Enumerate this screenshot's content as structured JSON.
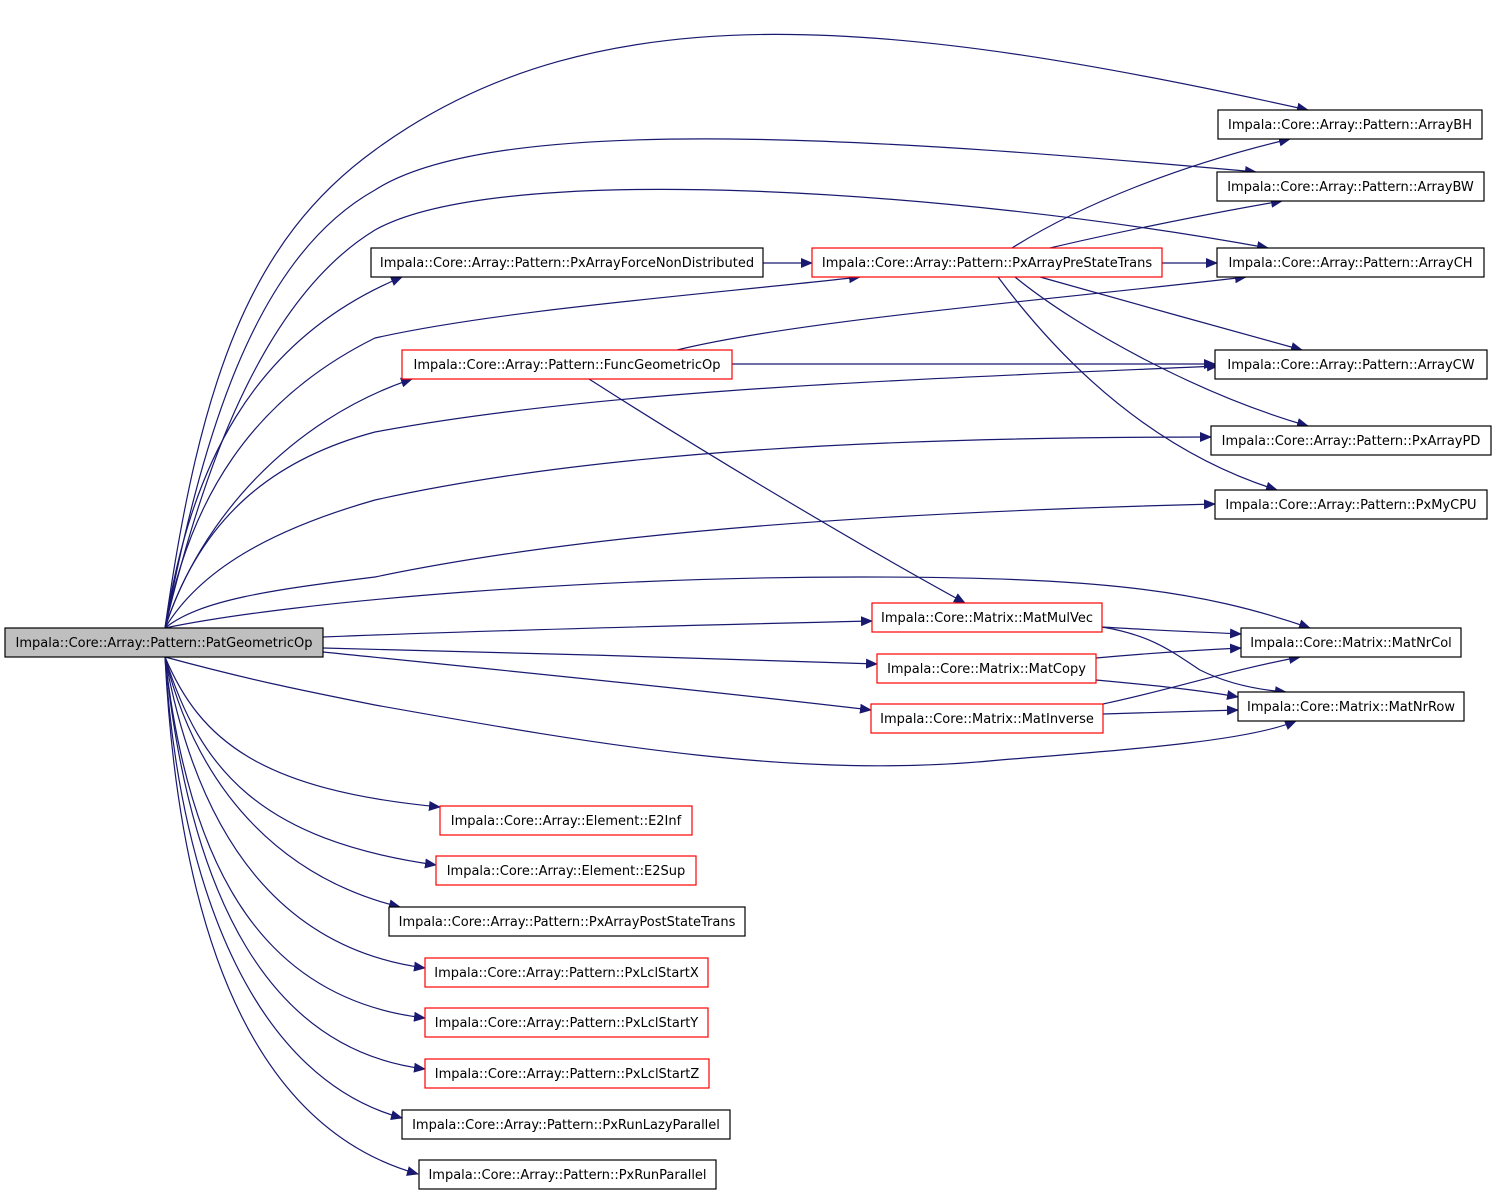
{
  "colors": {
    "edge": "#191970",
    "node_border_default": "#000000",
    "node_border_truncated": "#ff0000",
    "root_fill": "#bfbfbf",
    "node_fill": "#ffffff"
  },
  "nodes": [
    {
      "id": "root",
      "label": "Impala::Core::Array::Pattern::PatGeometricOp",
      "style": "root"
    },
    {
      "id": "arraybh",
      "label": "Impala::Core::Array::Pattern::ArrayBH",
      "style": "default"
    },
    {
      "id": "arraybw",
      "label": "Impala::Core::Array::Pattern::ArrayBW",
      "style": "default"
    },
    {
      "id": "arraych",
      "label": "Impala::Core::Array::Pattern::ArrayCH",
      "style": "default"
    },
    {
      "id": "arraycw",
      "label": "Impala::Core::Array::Pattern::ArrayCW",
      "style": "default"
    },
    {
      "id": "pxarraypd",
      "label": "Impala::Core::Array::Pattern::PxArrayPD",
      "style": "default"
    },
    {
      "id": "pxmycpu",
      "label": "Impala::Core::Array::Pattern::PxMyCPU",
      "style": "default"
    },
    {
      "id": "forcenondist",
      "label": "Impala::Core::Array::Pattern::PxArrayForceNonDistributed",
      "style": "default"
    },
    {
      "id": "prestate",
      "label": "Impala::Core::Array::Pattern::PxArrayPreStateTrans",
      "style": "truncated"
    },
    {
      "id": "funcgeo",
      "label": "Impala::Core::Array::Pattern::FuncGeometricOp",
      "style": "truncated"
    },
    {
      "id": "matmulvec",
      "label": "Impala::Core::Matrix::MatMulVec",
      "style": "truncated"
    },
    {
      "id": "matcopy",
      "label": "Impala::Core::Matrix::MatCopy",
      "style": "truncated"
    },
    {
      "id": "matinverse",
      "label": "Impala::Core::Matrix::MatInverse",
      "style": "truncated"
    },
    {
      "id": "matnrcol",
      "label": "Impala::Core::Matrix::MatNrCol",
      "style": "default"
    },
    {
      "id": "matnrrow",
      "label": "Impala::Core::Matrix::MatNrRow",
      "style": "default"
    },
    {
      "id": "e2inf",
      "label": "Impala::Core::Array::Element::E2Inf",
      "style": "truncated"
    },
    {
      "id": "e2sup",
      "label": "Impala::Core::Array::Element::E2Sup",
      "style": "truncated"
    },
    {
      "id": "poststate",
      "label": "Impala::Core::Array::Pattern::PxArrayPostStateTrans",
      "style": "default"
    },
    {
      "id": "lclx",
      "label": "Impala::Core::Array::Pattern::PxLclStartX",
      "style": "truncated"
    },
    {
      "id": "lcly",
      "label": "Impala::Core::Array::Pattern::PxLclStartY",
      "style": "truncated"
    },
    {
      "id": "lclz",
      "label": "Impala::Core::Array::Pattern::PxLclStartZ",
      "style": "truncated"
    },
    {
      "id": "runlazy",
      "label": "Impala::Core::Array::Pattern::PxRunLazyParallel",
      "style": "default"
    },
    {
      "id": "runpar",
      "label": "Impala::Core::Array::Pattern::PxRunParallel",
      "style": "default"
    }
  ],
  "edges": [
    {
      "from": "root",
      "to": "arraybh"
    },
    {
      "from": "root",
      "to": "arraybw"
    },
    {
      "from": "root",
      "to": "arraych"
    },
    {
      "from": "root",
      "to": "forcenondist"
    },
    {
      "from": "root",
      "to": "prestate"
    },
    {
      "from": "root",
      "to": "funcgeo"
    },
    {
      "from": "root",
      "to": "arraycw"
    },
    {
      "from": "root",
      "to": "pxarraypd"
    },
    {
      "from": "root",
      "to": "pxmycpu"
    },
    {
      "from": "root",
      "to": "matnrcol"
    },
    {
      "from": "root",
      "to": "matmulvec"
    },
    {
      "from": "root",
      "to": "matcopy"
    },
    {
      "from": "root",
      "to": "matinverse"
    },
    {
      "from": "root",
      "to": "matnrrow"
    },
    {
      "from": "root",
      "to": "e2inf"
    },
    {
      "from": "root",
      "to": "e2sup"
    },
    {
      "from": "root",
      "to": "poststate"
    },
    {
      "from": "root",
      "to": "lclx"
    },
    {
      "from": "root",
      "to": "lcly"
    },
    {
      "from": "root",
      "to": "lclz"
    },
    {
      "from": "root",
      "to": "runlazy"
    },
    {
      "from": "root",
      "to": "runpar"
    },
    {
      "from": "forcenondist",
      "to": "prestate"
    },
    {
      "from": "prestate",
      "to": "arraybh"
    },
    {
      "from": "prestate",
      "to": "arraybw"
    },
    {
      "from": "prestate",
      "to": "arraych"
    },
    {
      "from": "prestate",
      "to": "arraycw"
    },
    {
      "from": "prestate",
      "to": "pxarraypd"
    },
    {
      "from": "prestate",
      "to": "pxmycpu"
    },
    {
      "from": "funcgeo",
      "to": "arraych"
    },
    {
      "from": "funcgeo",
      "to": "arraycw"
    },
    {
      "from": "funcgeo",
      "to": "matmulvec"
    },
    {
      "from": "matmulvec",
      "to": "matnrcol"
    },
    {
      "from": "matmulvec",
      "to": "matnrrow"
    },
    {
      "from": "matcopy",
      "to": "matnrcol"
    },
    {
      "from": "matcopy",
      "to": "matnrrow"
    },
    {
      "from": "matinverse",
      "to": "matnrcol"
    },
    {
      "from": "matinverse",
      "to": "matnrrow"
    }
  ]
}
